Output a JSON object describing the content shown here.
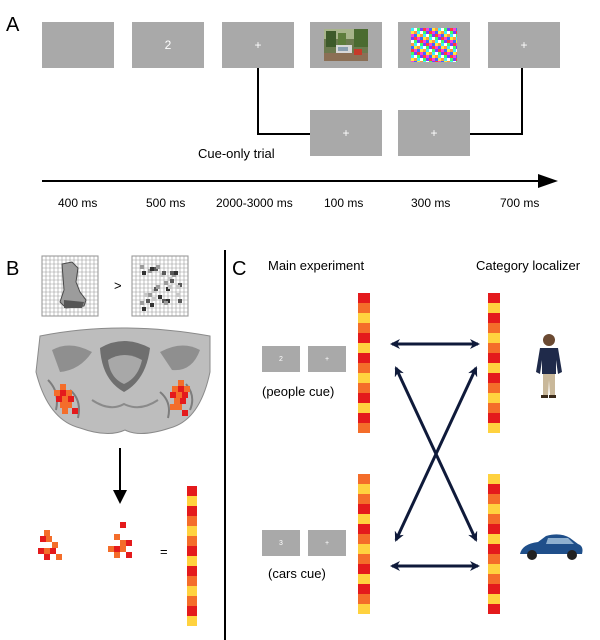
{
  "panel_a": {
    "label": "A",
    "screens_top": [
      {
        "text": ""
      },
      {
        "text": "2"
      },
      {
        "text": "+"
      },
      {
        "text": "",
        "image": "street-scene-photo"
      },
      {
        "text": "",
        "image": "colorful-noise-mask"
      },
      {
        "text": "+"
      }
    ],
    "screens_bottom": [
      {
        "text": "+"
      },
      {
        "text": "+"
      }
    ],
    "cue_only_label": "Cue-only trial",
    "timings": [
      "400 ms",
      "500 ms",
      "2000-3000 ms",
      "100 ms",
      "300 ms",
      "700 ms"
    ]
  },
  "panel_b": {
    "label": "B",
    "greater_than": ">",
    "equals": "="
  },
  "panel_c": {
    "label": "C",
    "main_experiment": "Main experiment",
    "category_localizer": "Category localizer",
    "people_cue_digit": "2",
    "people_cue_fix": "+",
    "people_cue_label": "(people cue)",
    "cars_cue_digit": "3",
    "cars_cue_fix": "+",
    "cars_cue_label": "(cars cue)"
  },
  "colors": {
    "screen_gray": "#a9a9a9",
    "activation_red": "#e41a1c",
    "activation_orange": "#f46d2a",
    "activation_yellow": "#ffd23f",
    "arrow_navy": "#0f1a3a"
  }
}
